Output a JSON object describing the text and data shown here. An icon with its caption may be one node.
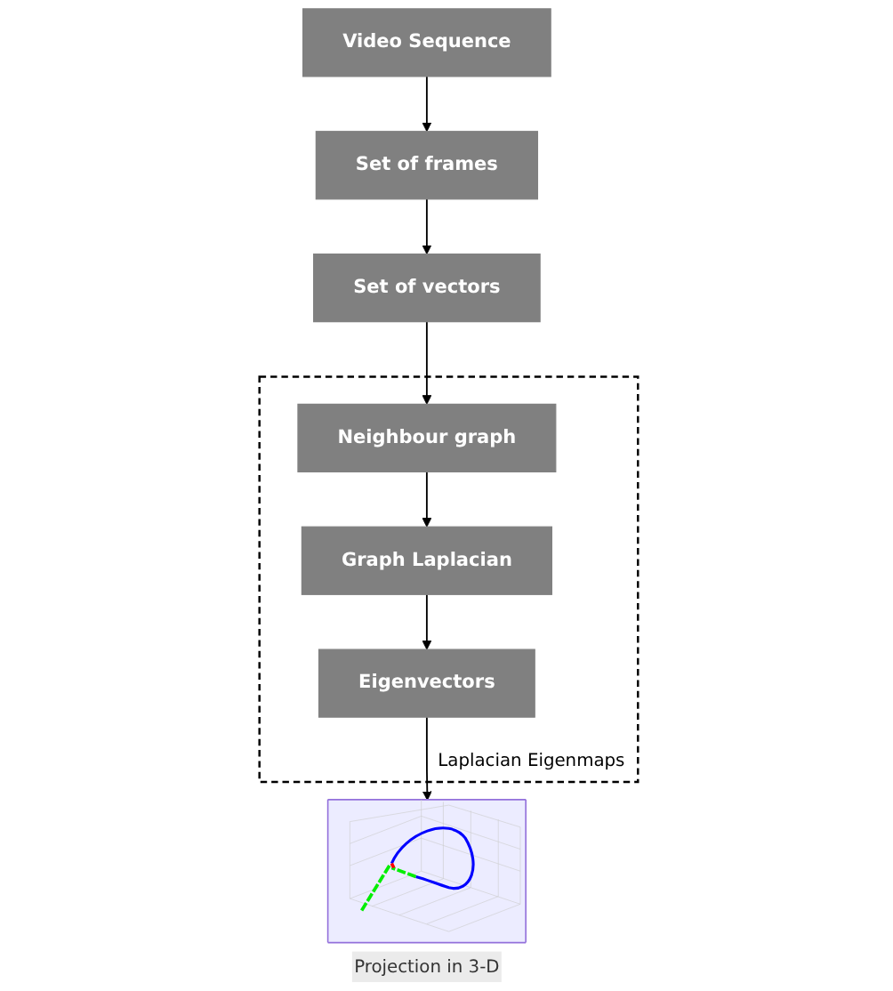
{
  "diagram": {
    "nodes": [
      {
        "text": [
          "Video Sequence"
        ]
      },
      {
        "text": [
          "Set of frames"
        ]
      },
      {
        "text": [
          "Set of vectors"
        ]
      },
      {
        "text": [
          "Laplacian Eigenmaps"
        ]
      },
      {
        "text": [
          "Neighbour graph"
        ],
        "in": 3
      },
      {
        "text": [
          "Graph Laplacian"
        ],
        "in": 3
      },
      {
        "text": [
          "Eigenvectors"
        ],
        "in": 3
      },
      {
        "text": [],
        "shape": "picture",
        "beside": [
          "Projection in 3-D"
        ]
      }
    ],
    "edges": [
      {
        "from": 0,
        "to": 1,
        "arrow": "to"
      },
      {
        "from": 1,
        "to": 2,
        "arrow": "to"
      },
      {
        "from": 2,
        "to": 4,
        "arrow": "to"
      },
      {
        "from": 4,
        "to": 5,
        "arrow": "to"
      },
      {
        "from": 5,
        "to": 6,
        "arrow": "to"
      },
      {
        "from": 6,
        "to": 7,
        "arrow": "to"
      }
    ]
  }
}
